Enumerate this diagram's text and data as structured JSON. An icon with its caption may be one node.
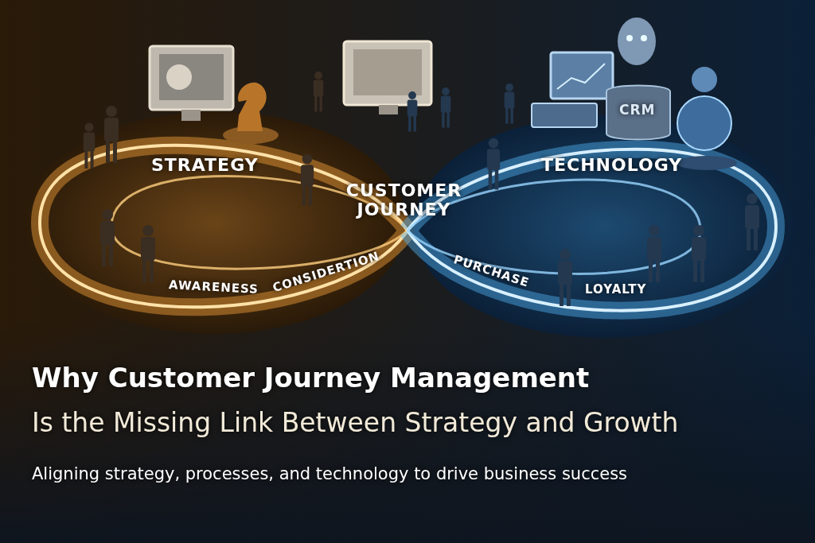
{
  "diagram": {
    "title": "Why Customer Journey Management",
    "caption": "Aligning strategy, processes, and technology to drive business success",
    "labels": [
      "CRM",
      "STRATEGY",
      "CUSTOMER JOURNEY",
      "TECHNOLOGY",
      "AWARENESS",
      "CONSIDERTION",
      "PURCHASE",
      "LOYALTY",
      "Is the Missing Link Between Strategy and Growth"
    ]
  }
}
